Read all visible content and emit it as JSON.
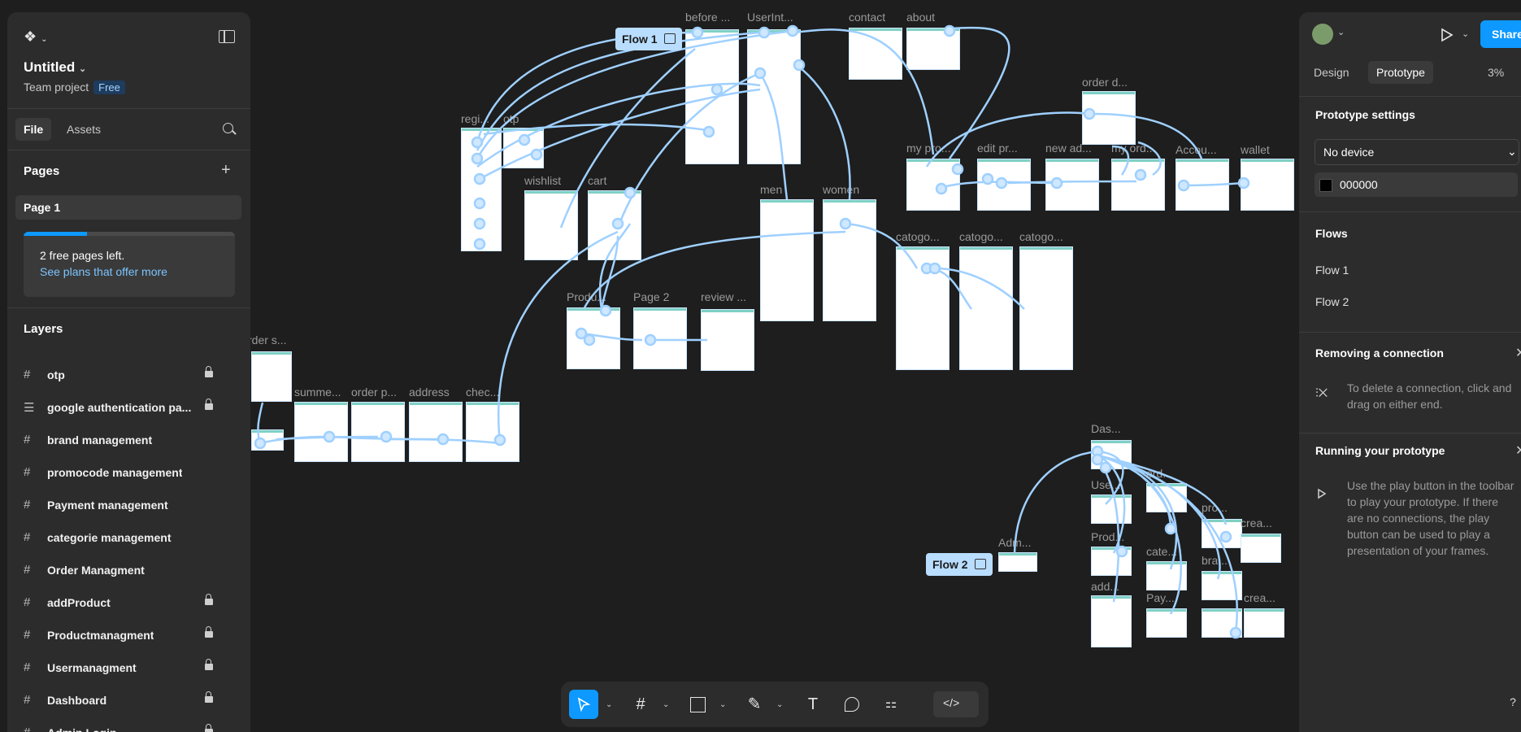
{
  "app": {
    "name": "Figma"
  },
  "file": {
    "title": "Untitled",
    "team": "Team project",
    "plan_badge": "Free"
  },
  "left_tabs": {
    "file": "File",
    "assets": "Assets"
  },
  "pages": {
    "heading": "Pages",
    "current": "Page 1",
    "free_text": "2 free pages left.",
    "plans_link": "See plans that offer more",
    "free_progress": 0.3
  },
  "layers": {
    "heading": "Layers",
    "items": [
      {
        "name": "otp",
        "icon": "frame-icon",
        "locked": true
      },
      {
        "name": "google authentication pa...",
        "icon": "section-icon",
        "locked": true
      },
      {
        "name": "brand management",
        "icon": "frame-icon",
        "locked": false
      },
      {
        "name": "promocode management",
        "icon": "frame-icon",
        "locked": false
      },
      {
        "name": "Payment management",
        "icon": "frame-icon",
        "locked": false
      },
      {
        "name": "categorie management",
        "icon": "frame-icon",
        "locked": false
      },
      {
        "name": "Order Managment",
        "icon": "frame-icon",
        "locked": false
      },
      {
        "name": "addProduct",
        "icon": "frame-icon",
        "locked": true
      },
      {
        "name": "Productmanagment",
        "icon": "frame-icon",
        "locked": true
      },
      {
        "name": "Usermanagment",
        "icon": "frame-icon",
        "locked": true
      },
      {
        "name": "Dashboard",
        "icon": "frame-icon",
        "locked": true
      },
      {
        "name": "Admin Login",
        "icon": "frame-icon",
        "locked": true
      }
    ]
  },
  "right_panel": {
    "share_label": "Share",
    "tabs": {
      "design": "Design",
      "prototype": "Prototype"
    },
    "zoom": "3%",
    "prototype_settings": {
      "heading": "Prototype settings",
      "device": "No device",
      "background": "000000"
    },
    "flows": {
      "heading": "Flows",
      "items": [
        "Flow 1",
        "Flow 2"
      ]
    },
    "removing": {
      "heading": "Removing a connection",
      "text": "To delete a connection, click and drag on either end."
    },
    "running": {
      "heading": "Running your prototype",
      "text": "Use the play button in the toolbar to play your prototype. If there are no connections, the play button can be used to play a presentation of your frames."
    }
  },
  "canvas": {
    "flow_tags": [
      "Flow 1",
      "Flow 2"
    ],
    "frame_labels": {
      "before": "before ...",
      "userint": "UserInt...",
      "contact": "contact",
      "about": "about",
      "order_d": "order d...",
      "regi": "regi...",
      "otp": "otp",
      "wishlist": "wishlist",
      "cart": "cart",
      "my_pro": "my pro...",
      "edit_pr": "edit pr...",
      "new_ad": "new ad...",
      "my_ord": "my ord...",
      "accou": "Accou...",
      "wallet": "wallet",
      "men": "men",
      "women": "women",
      "catogo1": "catogo...",
      "catogo2": "catogo...",
      "catogo3": "catogo...",
      "product": "Produ...",
      "page2": "Page 2",
      "review": "review ...",
      "order_s": "rder s...",
      "summe": "summe...",
      "order_p": "order p...",
      "address": "address",
      "checkout": "chec...",
      "das": "Das...",
      "adm": "Adm...",
      "use": "Use...",
      "prod": "Prod...",
      "add": "add...",
      "cat": "cate...",
      "pay": "Pay...",
      "ord": "ord...",
      "brand": "bra...",
      "crea1": "crea...",
      "crea2": "crea...",
      "pro": "pro..."
    }
  },
  "toolbar": {
    "tools": [
      "move-tool",
      "frame-tool",
      "shape-tool",
      "pen-tool",
      "text-tool",
      "comment-tool",
      "actions-tool",
      "dev-mode-toggle"
    ],
    "text_tool_label": "T"
  },
  "help_label": "?"
}
